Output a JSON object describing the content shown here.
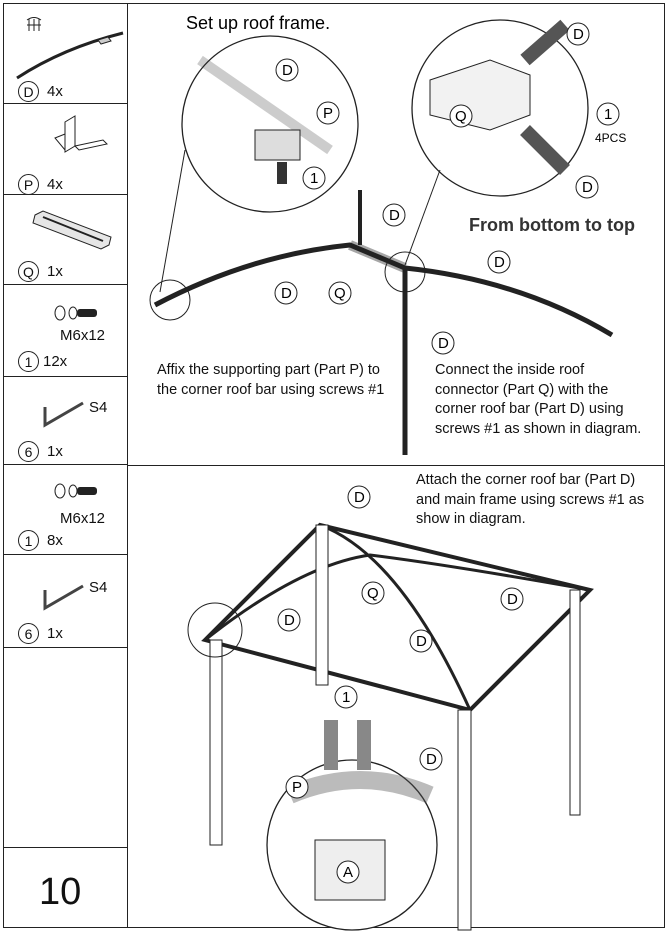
{
  "parts_top": [
    {
      "id": "D",
      "qty": "4x",
      "spec": ""
    },
    {
      "id": "P",
      "qty": "4x",
      "spec": ""
    },
    {
      "id": "Q",
      "qty": "1x",
      "spec": ""
    },
    {
      "id": "1",
      "qty": "12x",
      "spec": "M6x12"
    },
    {
      "id": "6",
      "qty": "1x",
      "spec": "S4"
    }
  ],
  "parts_bottom": [
    {
      "id": "1",
      "qty": "8x",
      "spec": "M6x12"
    },
    {
      "id": "6",
      "qty": "1x",
      "spec": "S4"
    }
  ],
  "page_number": "10",
  "step1": {
    "title": "Set up roof frame.",
    "subtitle": "From bottom to top",
    "pcs": "4PCS",
    "note_left": "Affix the supporting part (Part P) to the corner roof bar using screws #1",
    "note_right": "Connect the inside roof connector (Part Q) with the corner roof bar (Part D) using screws #1 as shown in diagram.",
    "labels": {
      "D": "D",
      "P": "P",
      "Q": "Q",
      "one": "1"
    }
  },
  "step2": {
    "note": "Attach the corner roof bar (Part D) and main frame using screws #1 as show in diagram.",
    "labels": {
      "D": "D",
      "Q": "Q",
      "P": "P",
      "one": "1",
      "A": "A"
    }
  }
}
